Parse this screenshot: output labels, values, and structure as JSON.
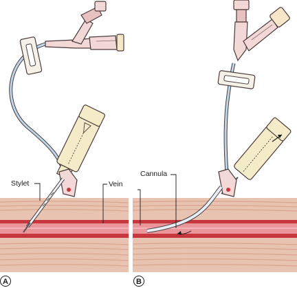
{
  "labels": {
    "stylet": "Stylet",
    "vein": "Vein",
    "cannula": "Cannula"
  },
  "panels": [
    "A",
    "B"
  ],
  "colors": {
    "skin_tissue": "#e9c3b1",
    "skin_stripe": "#d9a58f",
    "vein_wall": "#c8373d",
    "vein_lumen": "#e9959a",
    "tubing": "#bcd6ea",
    "plastic_hub": "#f2d8d6",
    "needle_hub": "#f4ecc9",
    "wing_clip": "#f5f1e8",
    "outline": "#4a3a3a"
  }
}
